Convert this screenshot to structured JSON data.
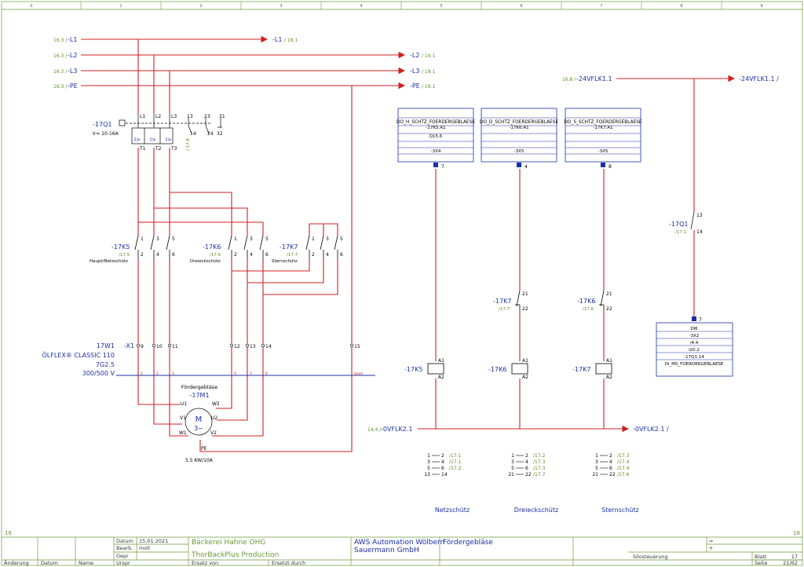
{
  "header": {
    "columns": [
      "0",
      "1",
      "2",
      "3",
      "4",
      "5",
      "6",
      "7",
      "8",
      "9"
    ]
  },
  "wires": {
    "L1": {
      "name": "-L1",
      "src": "16.3 /",
      "dst_ref": "/ 19.1"
    },
    "L2": {
      "name": "-L2",
      "src": "16.3 /",
      "dst_ref": "/ 19.1"
    },
    "L3": {
      "name": "-L3",
      "src": "16.3 /",
      "dst_ref": "/ 19.1"
    },
    "PE": {
      "name": "-PE",
      "src": "16.3 /",
      "dst_ref": "/ 19.1"
    },
    "v24_in": {
      "name": "-24VFLK1.1",
      "src": "16.8 /"
    },
    "v24_out": {
      "name": "-24VFLK1.1 /"
    },
    "v0_in": {
      "name": "-0VFLK2.1",
      "src": "14.4 /"
    },
    "v0_out": {
      "name": "-0VFLK2.1 /"
    }
  },
  "breaker": {
    "tag": "-17Q1",
    "rating": "Ir= 10-16A",
    "top": [
      "L1",
      "L2",
      "L3",
      "13",
      "23",
      "31"
    ],
    "bottom": [
      "T1",
      "T2",
      "T3",
      "14",
      "24",
      "32"
    ],
    "ref": "/ 17.8"
  },
  "contactors": [
    {
      "tag": "-17K5",
      "ref": "/17.5",
      "label": "Haupt/Netzschütz"
    },
    {
      "tag": "-17K6",
      "ref": "/17.6",
      "label": "Dreieckschütz"
    },
    {
      "tag": "-17K7",
      "ref": "/17.7",
      "label": "Sternschütz"
    }
  ],
  "contact_numbers": {
    "top": [
      "1",
      "3",
      "5"
    ],
    "bottom": [
      "2",
      "4",
      "6"
    ]
  },
  "cable": {
    "tag": "17W1",
    "type": "ÖLFLEX® CLASSIC 110",
    "size": "7G2.5",
    "voltage": "300/500 V",
    "terminal": "-X1",
    "terminals": [
      "9",
      "10",
      "11",
      "12",
      "13",
      "14",
      "15"
    ],
    "cores": [
      "1",
      "2",
      "3",
      "4",
      "5",
      "6",
      "gnye"
    ]
  },
  "motor": {
    "title": "Fördergebläse",
    "tag": "-17M1",
    "symbol": "M",
    "phase": "3~",
    "terminals": [
      "U1",
      "W2",
      "V1",
      "U2",
      "W1",
      "V2",
      "PE"
    ],
    "power": "5,5 KW/10A"
  },
  "plc_outputs": [
    {
      "name": "DO_H_SCHTZ_FOERDERGEBLAESE",
      "addr": "-17K5:A1",
      "row2": "Q15.6",
      "row4": "-3X4",
      "pin": "7"
    },
    {
      "name": "DO_D_SCHTZ_FOERDERGEBLAESE",
      "addr": "-17K6:A1",
      "row2": "",
      "row4": "-3X5",
      "pin": "4"
    },
    {
      "name": "DO_S_SCHTZ_FOERDERGEBLAESE",
      "addr": "-17K7:A1",
      "row2": "",
      "row4": "-3X5",
      "pin": "8"
    }
  ],
  "interlocks": [
    {
      "tag": "-17K7",
      "ref": "/17.7",
      "top": "21",
      "bottom": "22"
    },
    {
      "tag": "-17K6",
      "ref": "/17.6",
      "top": "21",
      "bottom": "22"
    }
  ],
  "coils": [
    {
      "tag": "-17K5",
      "a1": "A1",
      "a2": "A2"
    },
    {
      "tag": "-17K6",
      "a1": "A1",
      "a2": "A2"
    },
    {
      "tag": "-17K7",
      "a1": "A1",
      "a2": "A2"
    }
  ],
  "aux_contact": {
    "tag": "-17Q1",
    "ref": "/17.1",
    "top": "13",
    "bottom": "14"
  },
  "plc_input": {
    "rows": [
      "DI6",
      "-3X2",
      "/4.4",
      "I20.2",
      "-17Q1:14",
      "DI_MS_FOERDERGEBLAESE"
    ],
    "pin": "7"
  },
  "contact_tables": [
    {
      "rows": [
        [
          "1",
          "2",
          "/17.1"
        ],
        [
          "3",
          "4",
          "/17.1"
        ],
        [
          "5",
          "6",
          "/17.2"
        ],
        [
          "13",
          "14",
          ""
        ]
      ],
      "label": "Netzschütz"
    },
    {
      "rows": [
        [
          "1",
          "2",
          "/17.2"
        ],
        [
          "3",
          "4",
          "/17.3"
        ],
        [
          "5",
          "6",
          "/17.3"
        ],
        [
          "21",
          "22",
          "/17.7"
        ]
      ],
      "label": "Dreieckschütz"
    },
    {
      "rows": [
        [
          "1",
          "2",
          "/17.3"
        ],
        [
          "3",
          "4",
          "/17.4"
        ],
        [
          "5",
          "6",
          "/17.4"
        ],
        [
          "21",
          "22",
          "/17.6"
        ]
      ],
      "label": "Sternschütz"
    }
  ],
  "footer": {
    "page_left": "16",
    "page_right": "18",
    "labels": {
      "datum": "Datum",
      "bearb": "Bearb.",
      "gepr": "Gepr",
      "aenderung": "Änderung",
      "datum2": "Datum",
      "name": "Name",
      "urspr": "Urspr",
      "ersatz_von": "Ersatz von",
      "ersatz_durch": "Ersetzt durch"
    },
    "date": "15.01.2021",
    "editor": "moll",
    "customer": "Bäckerei Hahne OHG",
    "project": "ThorBackPlus Production",
    "company1": "AWS Automation Wölbern",
    "company2": "Sauermann GmbH",
    "sheet_title": "Fördergebläse",
    "station": "Silosteuerung",
    "eq1": "=",
    "plus": "+",
    "blatt_label": "Blatt",
    "blatt": "17",
    "seite_label": "Seite",
    "seite": "21/62"
  },
  "colors": {
    "wire": "#d02020",
    "text": "#1a2fa8",
    "ref": "#5a8c1e"
  }
}
